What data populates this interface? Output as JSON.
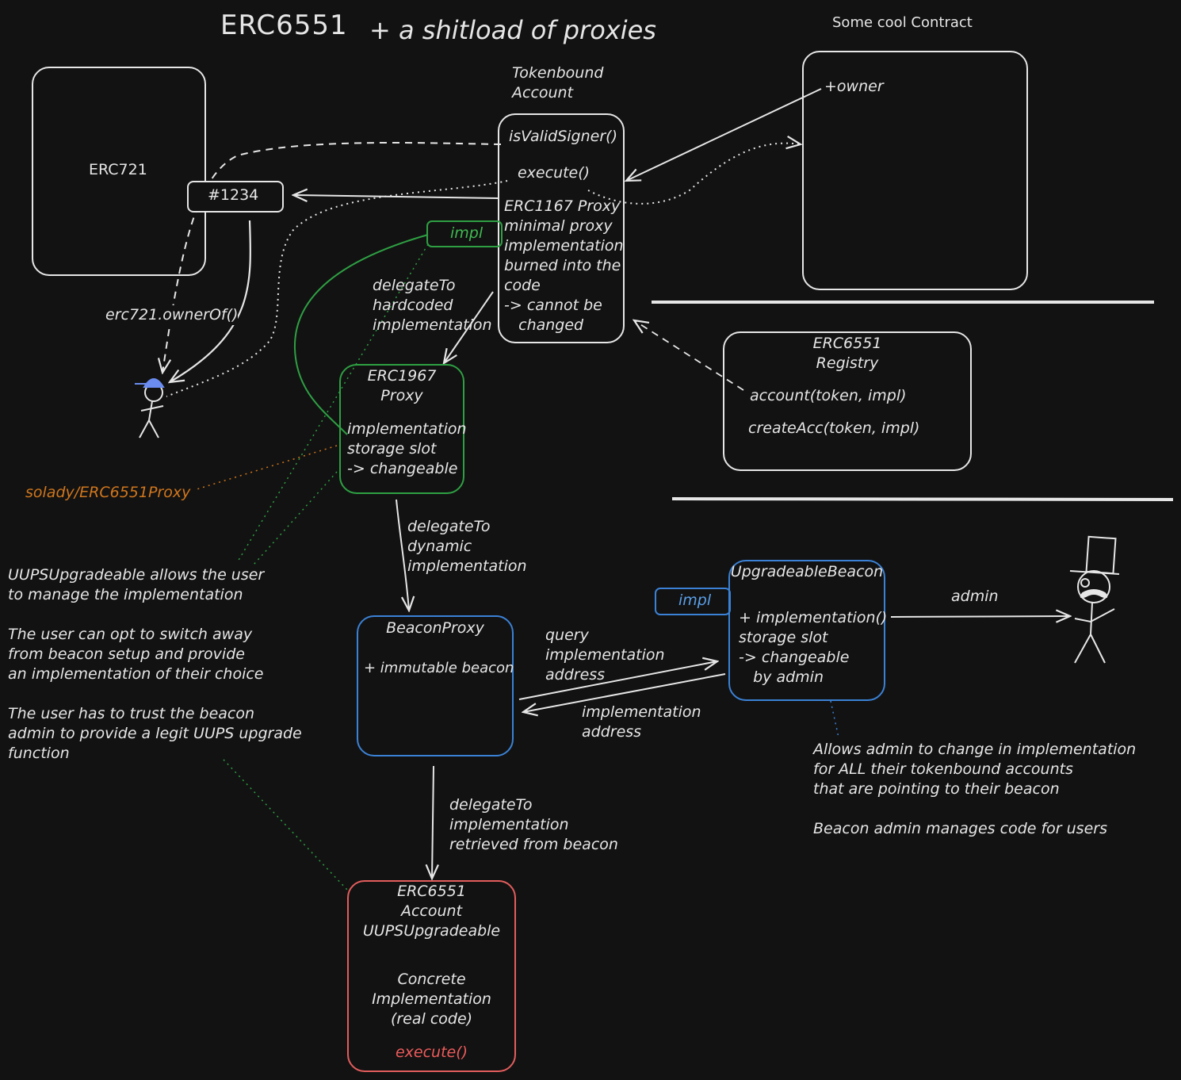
{
  "title": {
    "main": "ERC6551",
    "sub": "+ a shitload of proxies"
  },
  "erc721": {
    "label": "ERC721",
    "token_id": "#1234",
    "owner_call": "erc721.ownerOf()"
  },
  "tokenbound": {
    "heading": "Tokenbound\nAccount",
    "is_valid_signer": "isValidSigner()",
    "execute": "execute()",
    "proxy_text": "ERC1167 Proxy\nminimal proxy\nimplementation\nburned into the\ncode\n-> cannot be\n   changed",
    "impl_tag": "impl"
  },
  "cool_contract": {
    "heading": "Some cool Contract",
    "owner": "+owner"
  },
  "registry": {
    "title": "ERC6551\nRegistry",
    "account_fn": "account(token, impl)",
    "create_fn": "createAcc(token, impl)"
  },
  "erc1967": {
    "title": "ERC1967\nProxy",
    "body": "implementation\nstorage slot\n-> changeable",
    "delegate_hardcoded": "delegateTo\nhardcoded\nimplementation",
    "delegate_dynamic": "delegateTo\ndynamic\nimplementation",
    "solady_label": "solady/ERC6551Proxy"
  },
  "beacon_proxy": {
    "title": "BeaconProxy",
    "body": "+ immutable beacon",
    "query_label": "query\nimplementation\naddress",
    "return_label": "implementation\naddress",
    "delegate_label": "delegateTo\nimplementation\nretrieved from beacon"
  },
  "upgradeable_beacon": {
    "title": "UpgradeableBeacon",
    "body": "+ implementation()\nstorage slot\n-> changeable\n   by admin",
    "impl_tag": "impl",
    "admin_label": "admin",
    "note": "Allows admin to change in implementation\nfor ALL their tokenbound accounts\nthat are pointing to their beacon\n\nBeacon admin manages code for users"
  },
  "uups_note": "UUPSUpgradeable allows the user\nto manage the implementation\n\nThe user can opt to switch away\nfrom beacon setup and provide\nan implementation of their choice\n\nThe user has to trust the beacon\nadmin to provide a legit UUPS upgrade\nfunction",
  "erc6551_account": {
    "title": "ERC6551\nAccount\nUUPSUpgradeable",
    "body": "Concrete\nImplementation\n(real code)",
    "execute": "execute()"
  },
  "colors": {
    "background": "#121212",
    "stroke": "#e6e6e6",
    "green": "#2ea043",
    "blue": "#3b82d6",
    "red": "#e35d5d",
    "orange": "#d0761c",
    "hat": "#6b8cf0"
  },
  "icons": [
    "user-stick-figure-icon",
    "admin-tophat-stick-figure-icon"
  ]
}
